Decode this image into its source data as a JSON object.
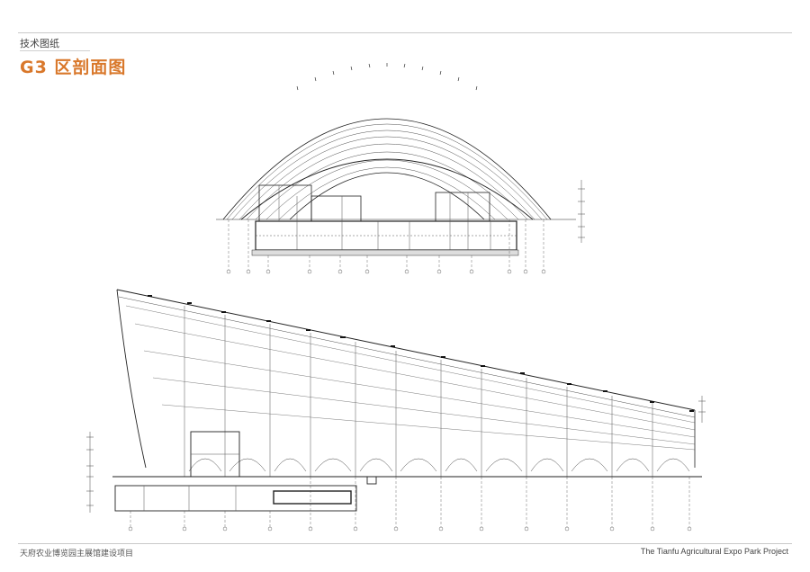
{
  "header": {
    "subtitle": "技术图纸",
    "title": "G3 区剖面图"
  },
  "footer": {
    "left": "天府农业博览园主展馆建设项目",
    "right": "The Tianfu Agricultural Expo Park Project"
  },
  "colors": {
    "accent": "#d9782b",
    "line": "#222222",
    "rule": "#c9c9c9"
  }
}
